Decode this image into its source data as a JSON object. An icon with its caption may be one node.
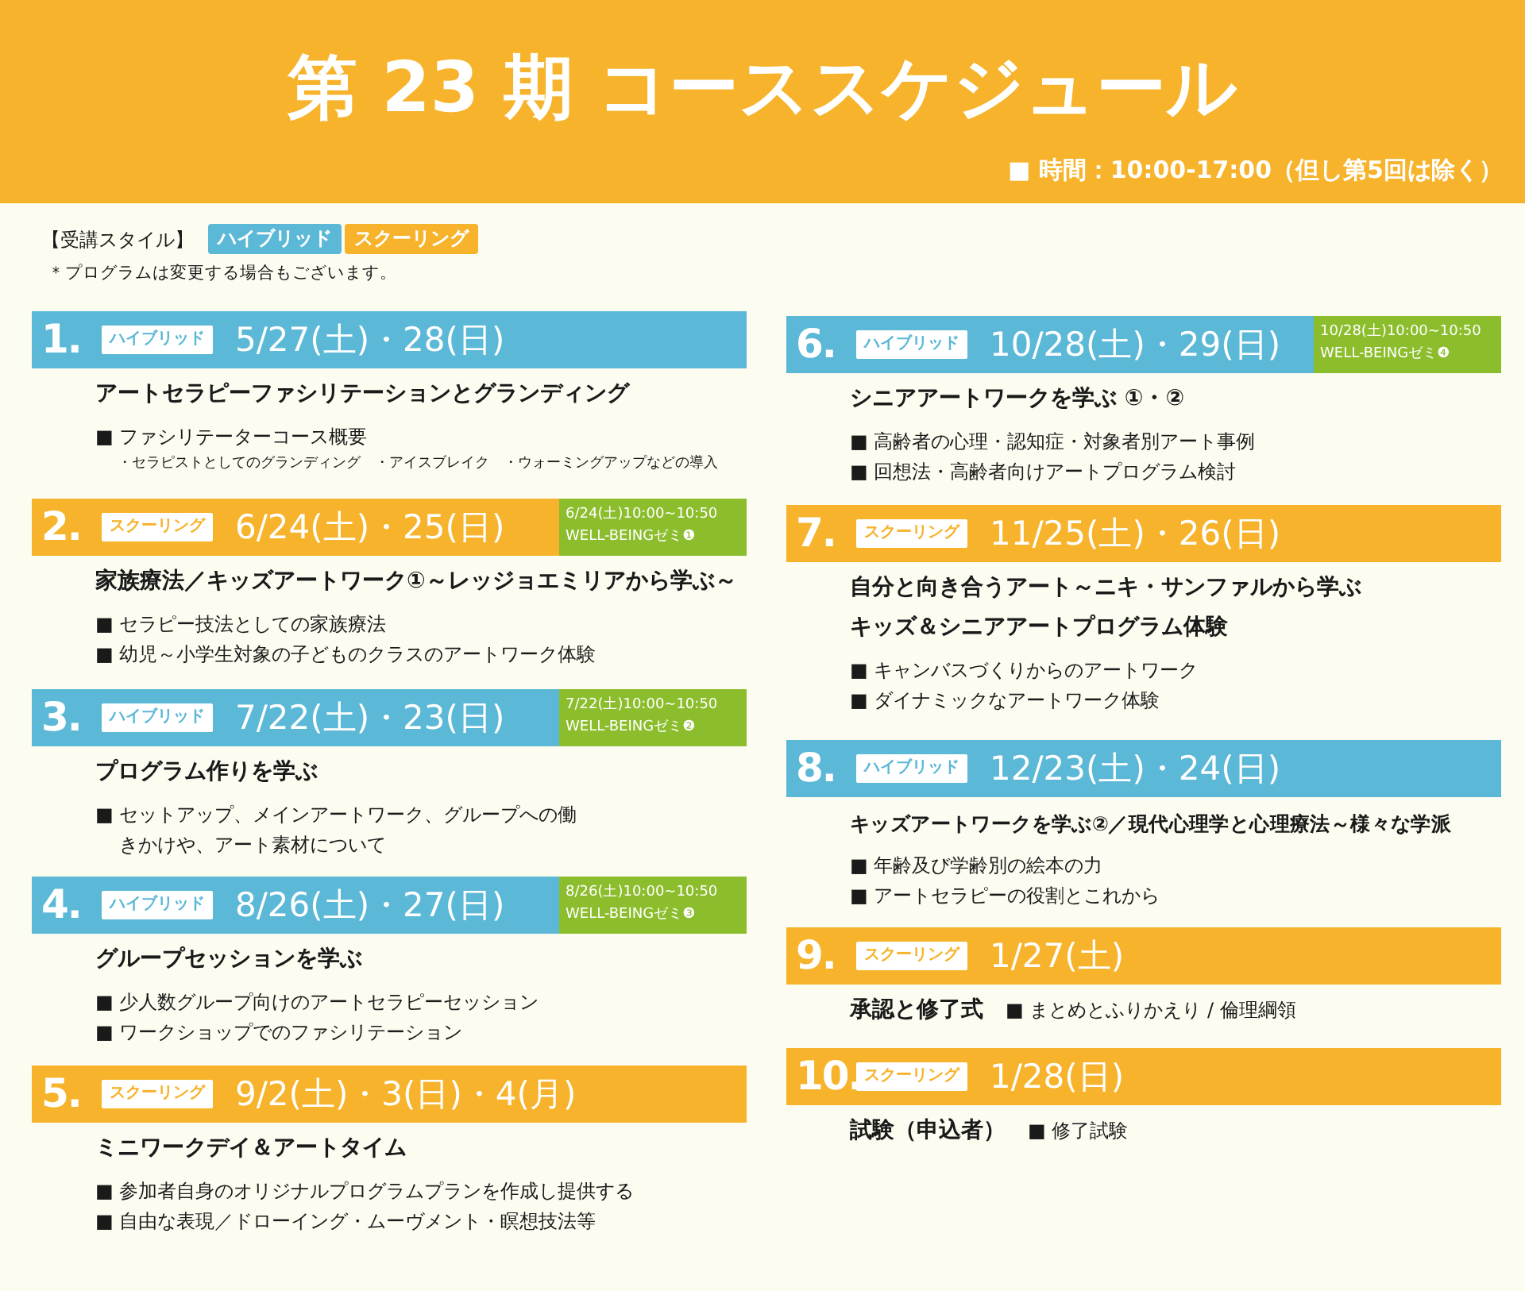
{
  "diagram": {
    "title": "第 23 期 コーススケジュール",
    "nodes": [
      {
        "text": [
          "■ 時間：10:00-17:00（但し第5回は除く）"
        ]
      },
      {
        "text": [
          "1.",
          "5/27(土)・28(日)"
        ],
        "beside": [
          "アートセラピーファシリテーションとグランディング",
          "■ ファシリテーターコース概要",
          "・セラピストとしてのグランディング　・アイスブレイク　・ウォーミングアップなどの導入"
        ]
      },
      {
        "text": [
          "ハイブリッド"
        ],
        "in": 1
      },
      {
        "text": [
          "2.",
          "6/24(土)・25(日)"
        ],
        "beside": [
          "家族療法／キッズアートワーク①～レッジョエミリアから学ぶ～",
          "■ セラピー技法としての家族療法",
          "■ 幼児～小学生対象の子どものクラスのアートワーク体験"
        ]
      },
      {
        "text": [
          "スクーリング"
        ],
        "in": 3
      },
      {
        "text": [
          "6/24(土)10:00~10:50 WELL-BEINGゼミ❶"
        ],
        "in": 3
      },
      {
        "text": [
          "3.",
          "7/22(土)・23(日)"
        ],
        "beside": [
          "プログラム作りを学ぶ",
          "■ セットアップ、メインアートワーク、グループへの働きかけや、アート素材について"
        ]
      },
      {
        "text": [
          "ハイブリッド"
        ],
        "in": 6
      },
      {
        "text": [
          "7/22(土)10:00~10:50 WELL-BEINGゼミ❷"
        ],
        "in": 6
      },
      {
        "text": [
          "4.",
          "8/26(土)・27(日)"
        ],
        "beside": [
          "グループセッションを学ぶ",
          "■ 少人数グループ向けのアートセラピーセッション",
          "■ ワークショップでのファシリテーション"
        ]
      },
      {
        "text": [
          "ハイブリッド"
        ],
        "in": 9
      },
      {
        "text": [
          "8/26(土)10:00~10:50 WELL-BEINGゼミ❸"
        ],
        "in": 9
      },
      {
        "text": [
          "5.",
          "9/2(土)・3(日)・4(月)"
        ],
        "beside": [
          "ミニワークデイ＆アートタイム",
          "■ 参加者自身のオリジナルプログラムプランを作成し提供する",
          "■ 自由な表現／ドローイング・ムーヴメント・瞑想技法等"
        ]
      },
      {
        "text": [
          "スクーリング"
        ],
        "in": 12
      },
      {
        "text": [
          "6.",
          "10/28(土)・29(日)"
        ],
        "beside": [
          "シニアアートワークを学ぶ ①・②",
          "■ 高齢者の心理・認知症・対象者別アート事例",
          "■ 回想法・高齢者向けアートプログラム検討"
        ]
      },
      {
        "text": [
          "ハイブリッド"
        ],
        "in": 14
      },
      {
        "text": [
          "10/28(土)10:00~10:50 WELL-BEINGゼミ❹"
        ],
        "in": 14
      },
      {
        "text": [
          "7.",
          "11/25(土)・26(日)"
        ],
        "beside": [
          "自分と向き合うアート～ニキ・サンファルから学ぶ",
          "キッズ＆シニアアートプログラム体験",
          "■ キャンバスづくりからのアートワーク",
          "■ ダイナミックなアートワーク体験"
        ]
      },
      {
        "text": [
          "スクーリング"
        ],
        "in": 17
      },
      {
        "text": [
          "8.",
          "12/23(土)・24(日)"
        ],
        "beside": [
          "キッズアートワークを学ぶ②／現代心理学と心理療法～様々な学派",
          "■ 年齢及び学齢別の絵本の力",
          "■ アートセラピーの役割とこれから"
        ]
      },
      {
        "text": [
          "ハイブリッド"
        ],
        "in": 19
      },
      {
        "text": [
          "9.",
          "1/27(土)"
        ],
        "beside": [
          "承認と修了式",
          "■ まとめとふりかえり / 倫理綱領"
        ]
      },
      {
        "text": [
          "スクーリング"
        ],
        "in": 21
      },
      {
        "text": [
          "10.",
          "1/28(日)"
        ],
        "beside": [
          "試験（申込者）",
          "■ 修了試験"
        ]
      },
      {
        "text": [
          "スクーリング"
        ],
        "in": 23
      }
    ],
    "labels": [
      "【受講スタイル】",
      "＊プログラムは変更する場合もございます。"
    ],
    "legend": [
      {
        "text": "ハイブリッド",
        "color": "#5bb8d6"
      },
      {
        "text": "スクーリング",
        "color": "#f6b32b"
      }
    ]
  }
}
